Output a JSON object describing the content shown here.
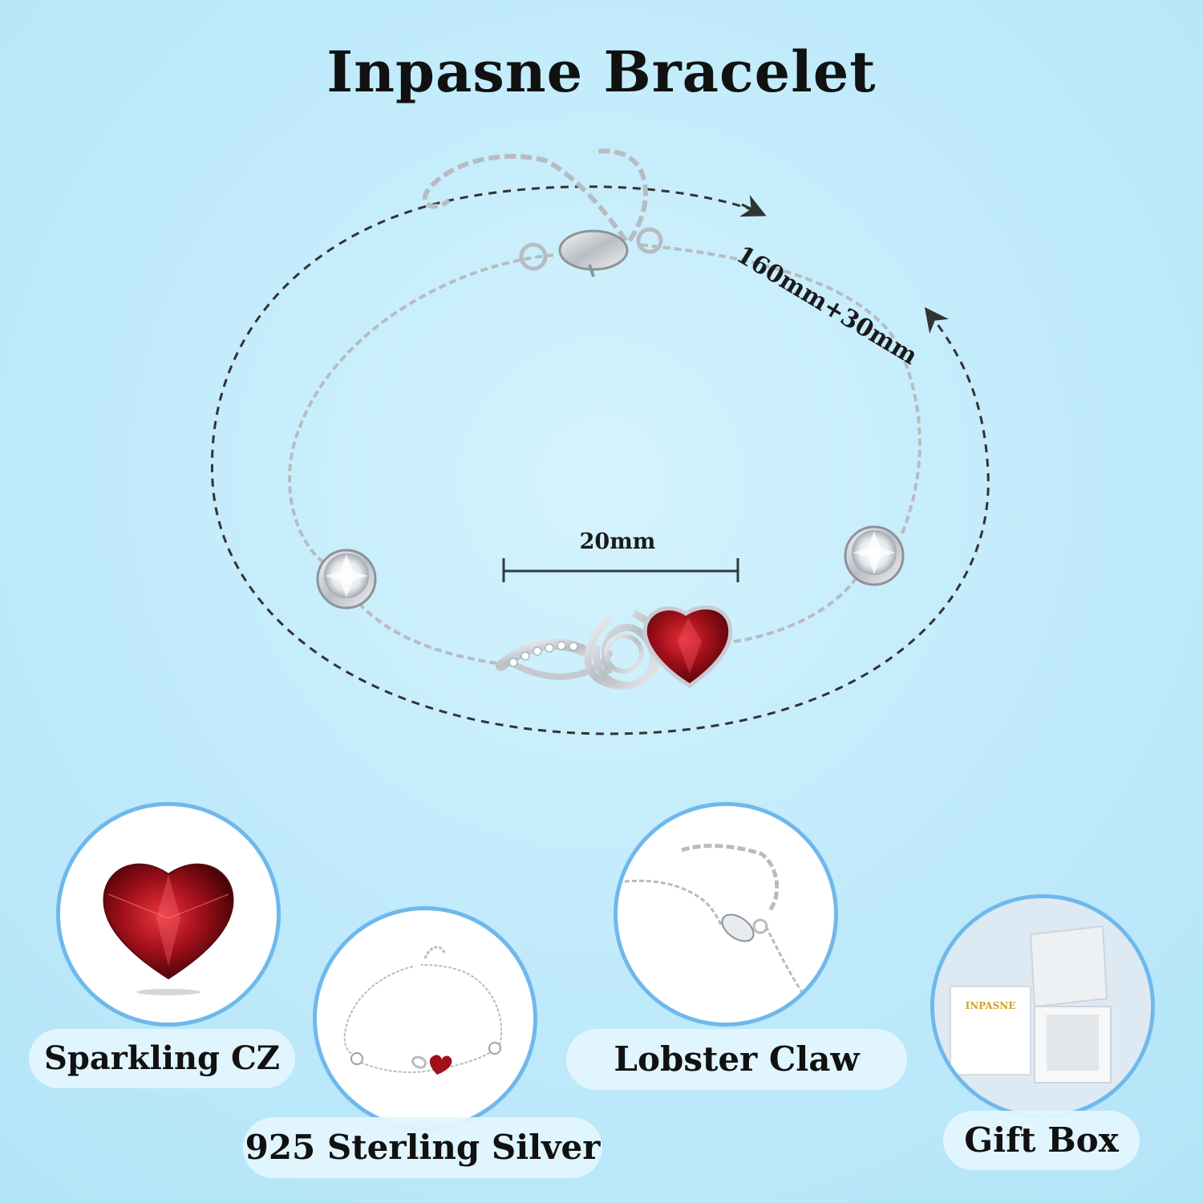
{
  "title": "Inpasne Bracelet",
  "dimensions": {
    "length_label": "160mm+30mm",
    "width_label": "20mm"
  },
  "features": [
    {
      "label": "Sparkling CZ"
    },
    {
      "label": "925 Sterling Silver"
    },
    {
      "label": "Lobster Claw"
    },
    {
      "label": "Gift Box"
    }
  ],
  "gift_box_brand": "INPASNE",
  "colors": {
    "background": "#bfeafb",
    "circle_border": "#6fb8ec",
    "garnet": "#a3101b",
    "silver": "#c9ccd1",
    "text": "#111111"
  }
}
